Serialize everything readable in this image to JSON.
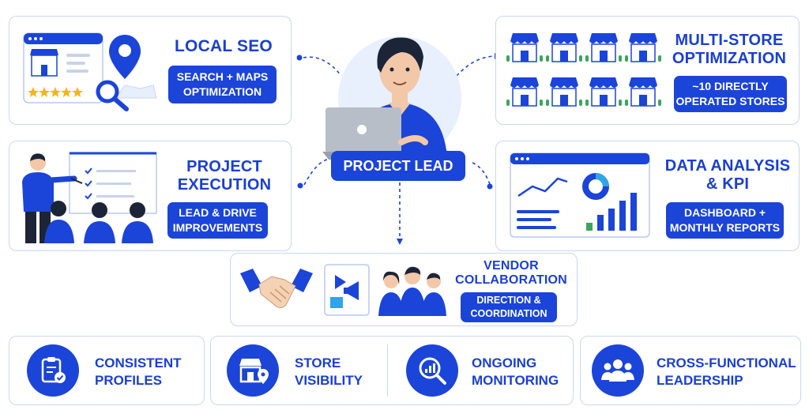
{
  "center": {
    "label": "PROJECT LEAD"
  },
  "local_seo": {
    "title": "LOCAL SEO",
    "pill": [
      "SEARCH + MAPS",
      "OPTIMIZATION"
    ]
  },
  "multi_store": {
    "title": [
      "MULTI-STORE",
      "OPTIMIZATION"
    ],
    "pill": [
      "~10 DIRECTLY",
      "OPERATED STORES"
    ]
  },
  "project_execution": {
    "title": [
      "PROJECT",
      "EXECUTION"
    ],
    "pill": [
      "LEAD & DRIVE",
      "IMPROVEMENTS"
    ]
  },
  "data_analysis": {
    "title": [
      "DATA ANALYSIS",
      "& KPI"
    ],
    "pill": [
      "DASHBOARD +",
      "MONTHLY REPORTS"
    ]
  },
  "vendor": {
    "title": [
      "VENDOR",
      "COLLABORATION"
    ],
    "pill": [
      "DIRECTION &",
      "COORDINATION"
    ]
  },
  "bottom": [
    {
      "label": [
        "CONSISTENT",
        "PROFILES"
      ],
      "icon": "clipboard-check-icon"
    },
    {
      "label": [
        "STORE",
        "VISIBILITY"
      ],
      "icon": "store-pin-icon"
    },
    {
      "label": [
        "ONGOING",
        "MONITORING"
      ],
      "icon": "magnifier-chart-icon"
    },
    {
      "label": [
        "CROSS-FUNCTIONAL",
        "LEADERSHIP"
      ],
      "icon": "team-icon"
    }
  ],
  "colors": {
    "primary": "#1b44d8",
    "title": "#1a3fd1",
    "border": "#c9d7f2",
    "light": "#e7eefc"
  }
}
